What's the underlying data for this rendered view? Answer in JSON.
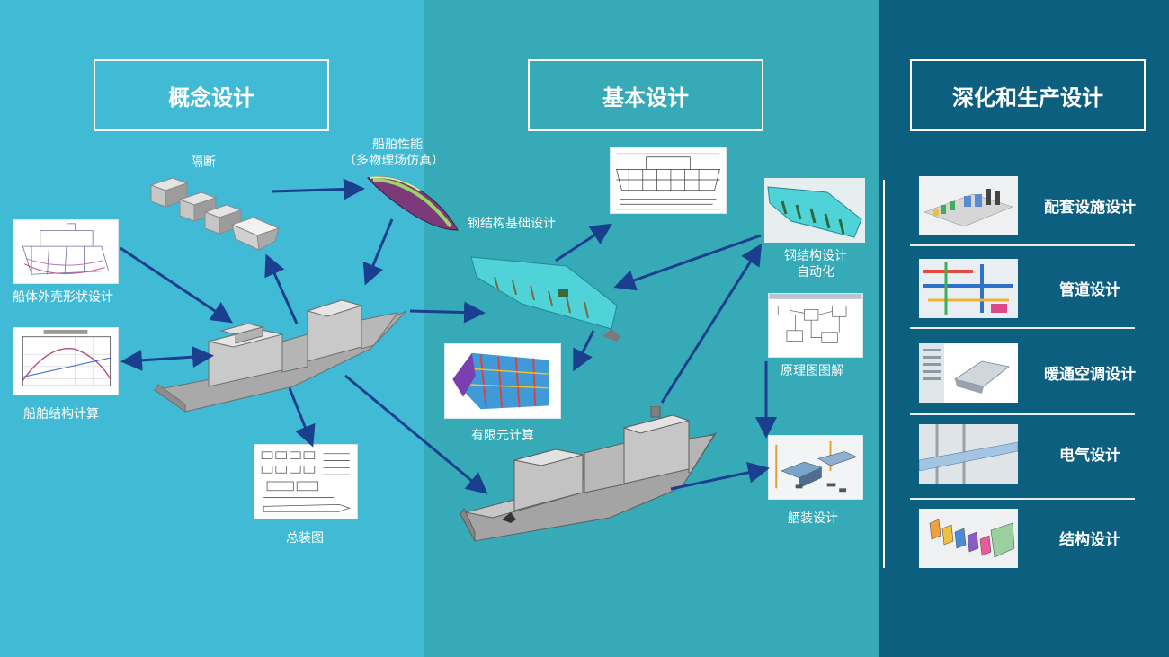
{
  "columns": {
    "concept": "概念设计",
    "basic": "基本设计",
    "detail": "深化和生产设计"
  },
  "concept": {
    "bulkhead": "隔断",
    "performance_line1": "船舶性能",
    "performance_line2": "（多物理场仿真）",
    "hull_shape": "船体外壳形状设计",
    "structure_calc": "船舶结构计算",
    "general_arrangement": "总装图"
  },
  "basic": {
    "steel_basic": "钢结构基础设计",
    "fea": "有限元计算",
    "steel_auto_line1": "钢结构设计",
    "steel_auto_line2": "自动化",
    "schematic": "原理图图解",
    "outfitting": "舾装设计"
  },
  "detail": {
    "items": [
      {
        "label": "配套设施设计",
        "icon": "equipment-model-icon"
      },
      {
        "label": "管道设计",
        "icon": "piping-model-icon"
      },
      {
        "label": "暖通空调设计",
        "icon": "hvac-model-icon"
      },
      {
        "label": "电气设计",
        "icon": "electrical-model-icon"
      },
      {
        "label": "结构设计",
        "icon": "structure-model-icon"
      }
    ]
  },
  "colors": {
    "concept_bg": "#41bad5",
    "basic_bg": "#36aab7",
    "detail_bg": "#0d5f80",
    "arrow": "#1b3f8f"
  }
}
